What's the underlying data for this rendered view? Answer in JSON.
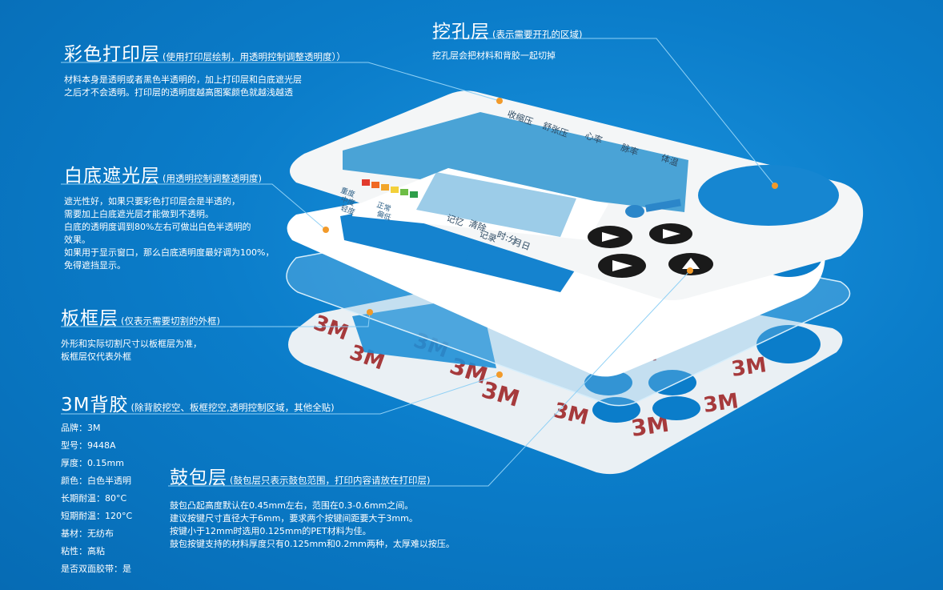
{
  "sections": {
    "print_layer": {
      "title": "彩色打印层",
      "subtitle": "(使用打印层绘制，用透明控制调整透明度））",
      "desc": [
        "材料本身是透明或者黑色半透明的，加上打印层和白底遮光层",
        "之后才不会透明。打印层的透明度越高图案颜色就越浅越透"
      ]
    },
    "white_layer": {
      "title": "白底遮光层",
      "subtitle": "(用透明控制调整透明度)",
      "desc": [
        "遮光性好，如果只要彩色打印层会是半透的，",
        "需要加上白底遮光层才能做到不透明。",
        "白底的透明度调到80%左右可做出白色半透明的",
        "效果。",
        "如果用于显示窗口，那么白底透明度最好调为100%，",
        "免得遮挡显示。"
      ]
    },
    "frame_layer": {
      "title": "板框层",
      "subtitle": "(仅表示需要切割的外框)",
      "desc": [
        "外形和实际切割尺寸以板框层为准，",
        "板框层仅代表外框"
      ]
    },
    "adhesive_layer": {
      "title": "3M背胶",
      "subtitle": "(除背胶挖空、板框挖空,透明控制区域，其他全贴)",
      "specs": [
        "品牌：3M",
        "型号：9448A",
        "厚度：0.15mm",
        "颜色：白色半透明",
        "长期耐温：80°C",
        "短期耐温：120°C",
        "基材：无纺布",
        "粘性：高粘",
        "是否双面胶带：是"
      ]
    },
    "cutout_layer": {
      "title": "挖孔层",
      "subtitle": "(表示需要开孔的区域)",
      "desc": [
        "挖孔层会把材料和背胶一起切掉"
      ]
    },
    "emboss_layer": {
      "title": "鼓包层",
      "subtitle": "(鼓包层只表示鼓包范围，打印内容请放在打印层)",
      "desc": [
        "鼓包凸起高度默认在0.45mm左右，范围在0.3-0.6mm之间。",
        "建议按键尺寸直径大于6mm，要求两个按键间距要大于3mm。",
        "按键小于12mm时选用0.125mm的PET材料为佳。",
        "鼓包按键支持的材料厚度只有0.125mm和0.2mm两种，太厚难以按压。"
      ]
    }
  },
  "panel": {
    "labels": [
      "收缩压",
      "舒张压",
      "心率",
      "脉率",
      "体温"
    ],
    "lower_labels": [
      "记忆",
      "清除",
      "记录",
      "时:分",
      "月日"
    ],
    "legend": [
      "重度",
      "中度",
      "轻度",
      "正常",
      "偏低"
    ],
    "mark": "3M"
  },
  "colors": {
    "background": "#0a7ac8",
    "dot": "#f29a2a",
    "window": "#4aa3d6",
    "mark_red": "#a63a3c"
  }
}
